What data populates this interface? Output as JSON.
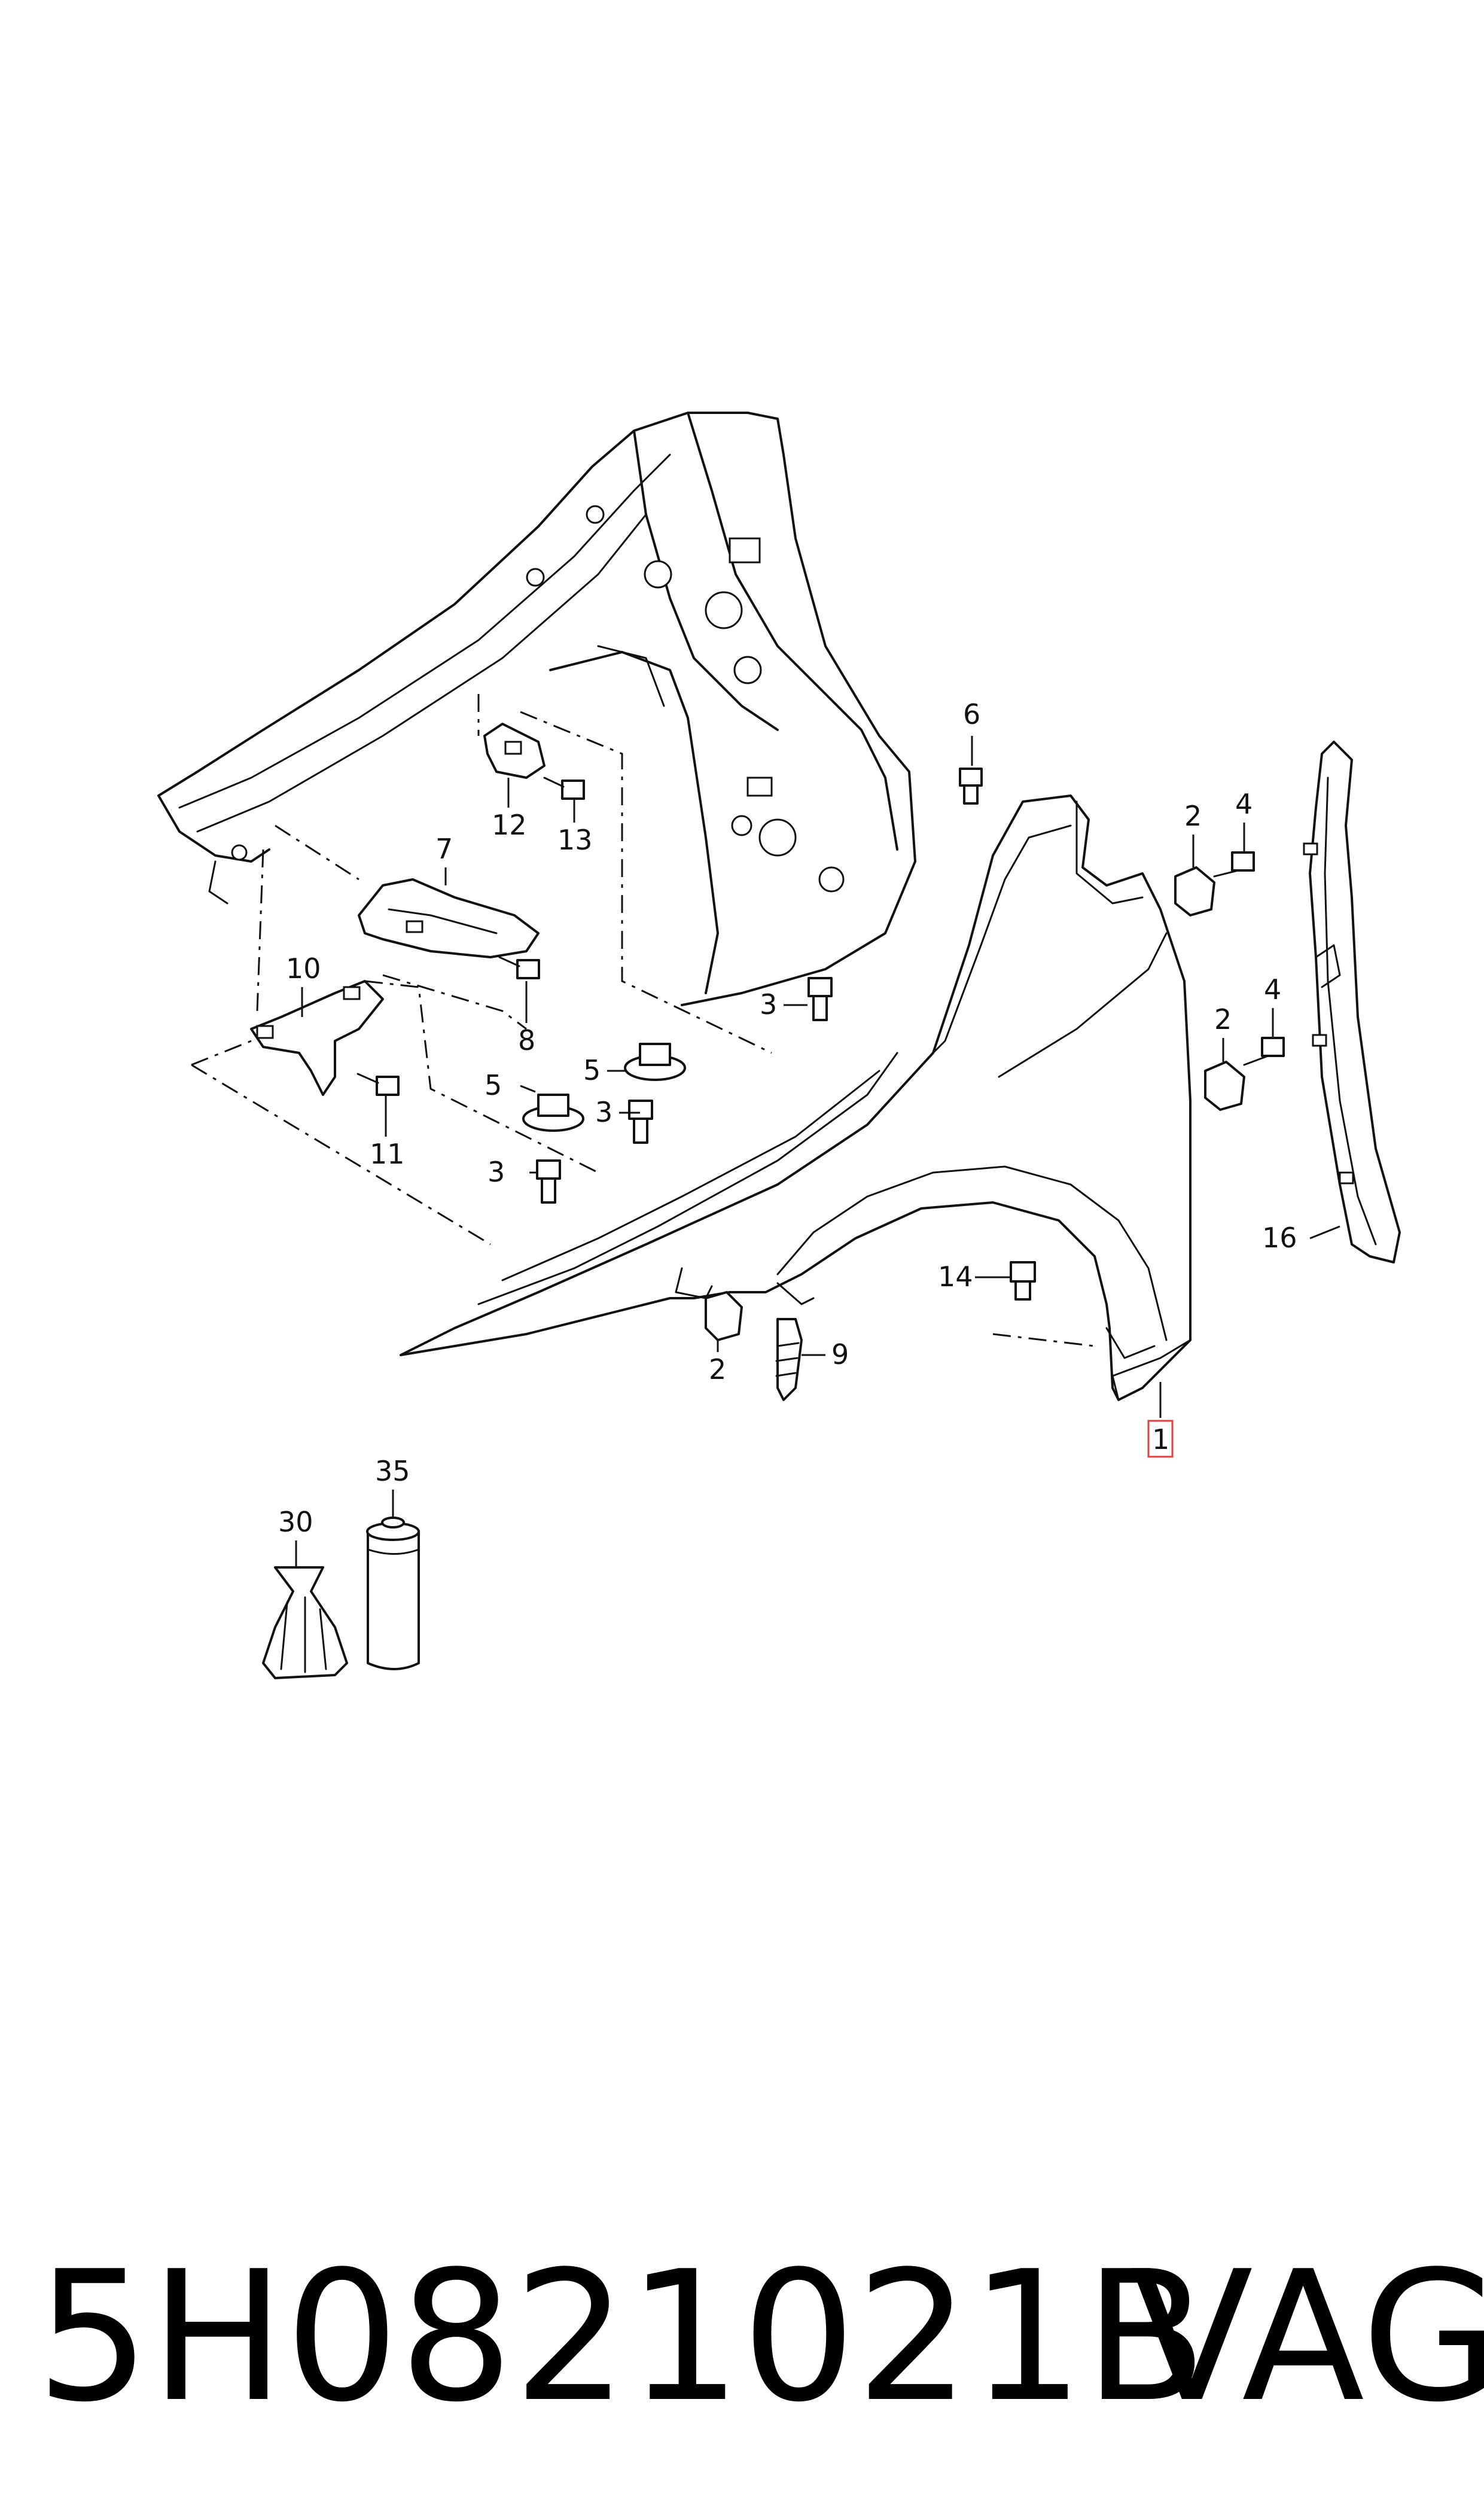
{
  "diagram": {
    "callouts": {
      "c1": "1",
      "c2a": "2",
      "c2b": "2",
      "c2c": "2",
      "c3a": "3",
      "c3b": "3",
      "c3c": "3",
      "c4a": "4",
      "c4b": "4",
      "c5a": "5",
      "c5b": "5",
      "c6": "6",
      "c7": "7",
      "c8": "8",
      "c9": "9",
      "c10": "10",
      "c11": "11",
      "c12": "12",
      "c13": "13",
      "c14": "14",
      "c16": "16",
      "c30": "30",
      "c35": "35"
    },
    "part_number": "5H0821021B",
    "brand": "VAG"
  },
  "colors": {
    "line": "#111111",
    "highlight": "#e04040",
    "background": "#ffffff"
  }
}
